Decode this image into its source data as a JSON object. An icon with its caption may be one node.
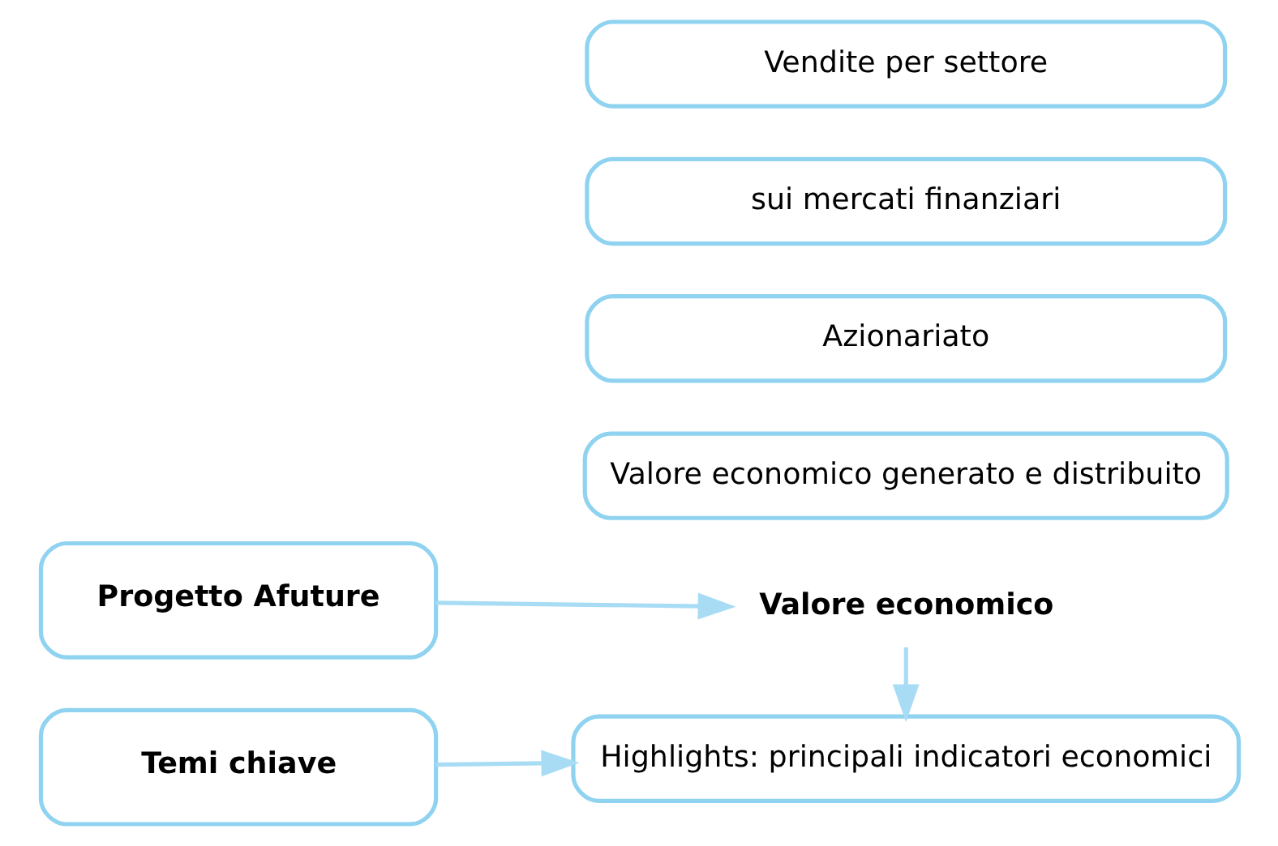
{
  "diagram": {
    "nodes": [
      {
        "text": [
          "Progetto Afuture"
        ]
      },
      {
        "text": [
          "Valore economico"
        ]
      },
      {
        "text": [
          "Temi chiave"
        ]
      },
      {
        "text": [
          "Highlights: principali indicatori economici"
        ]
      },
      {
        "text": [
          "Vendite per settore"
        ]
      },
      {
        "text": [
          "sui mercati finanziari"
        ]
      },
      {
        "text": [
          "Azionariato"
        ]
      },
      {
        "text": [
          "Valore economico generato e distribuito"
        ]
      }
    ],
    "edges": [
      {
        "from": 0,
        "to": 1,
        "arrow": "to"
      },
      {
        "from": 1,
        "to": 3,
        "arrow": "to"
      },
      {
        "from": 2,
        "to": 3,
        "arrow": "to"
      }
    ]
  }
}
